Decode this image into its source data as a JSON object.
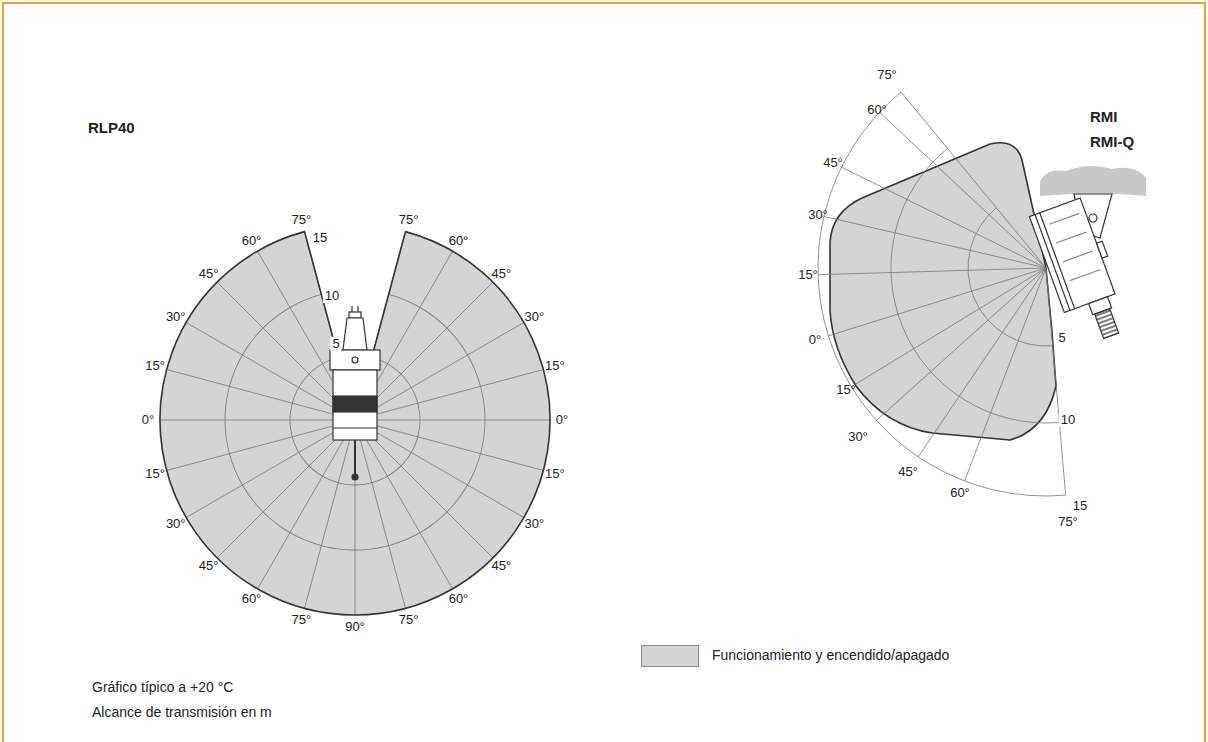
{
  "diagram": {
    "labels": [
      "RLP40",
      "75°",
      "15",
      "75°",
      "60°",
      "60°",
      "10",
      "45°",
      "45°",
      "30°",
      "30°",
      "5",
      "15°",
      "15°",
      "0°",
      "0°",
      "15°",
      "15°",
      "30°",
      "30°",
      "45°",
      "45°",
      "60°",
      "60°",
      "75°",
      "90°",
      "75°",
      "75°",
      "60°",
      "RMI",
      "RMI-Q",
      "45°",
      "30°",
      "15°",
      "0°",
      "5",
      "15°",
      "10",
      "30°",
      "45°",
      "60°",
      "15",
      "75°",
      "Gráfico típico a +20 °C",
      "Alcance de transmisión en m"
    ],
    "legend": [
      {
        "text": "Funcionamiento y encendido/apagado",
        "color": "#d4d4d4"
      }
    ]
  }
}
